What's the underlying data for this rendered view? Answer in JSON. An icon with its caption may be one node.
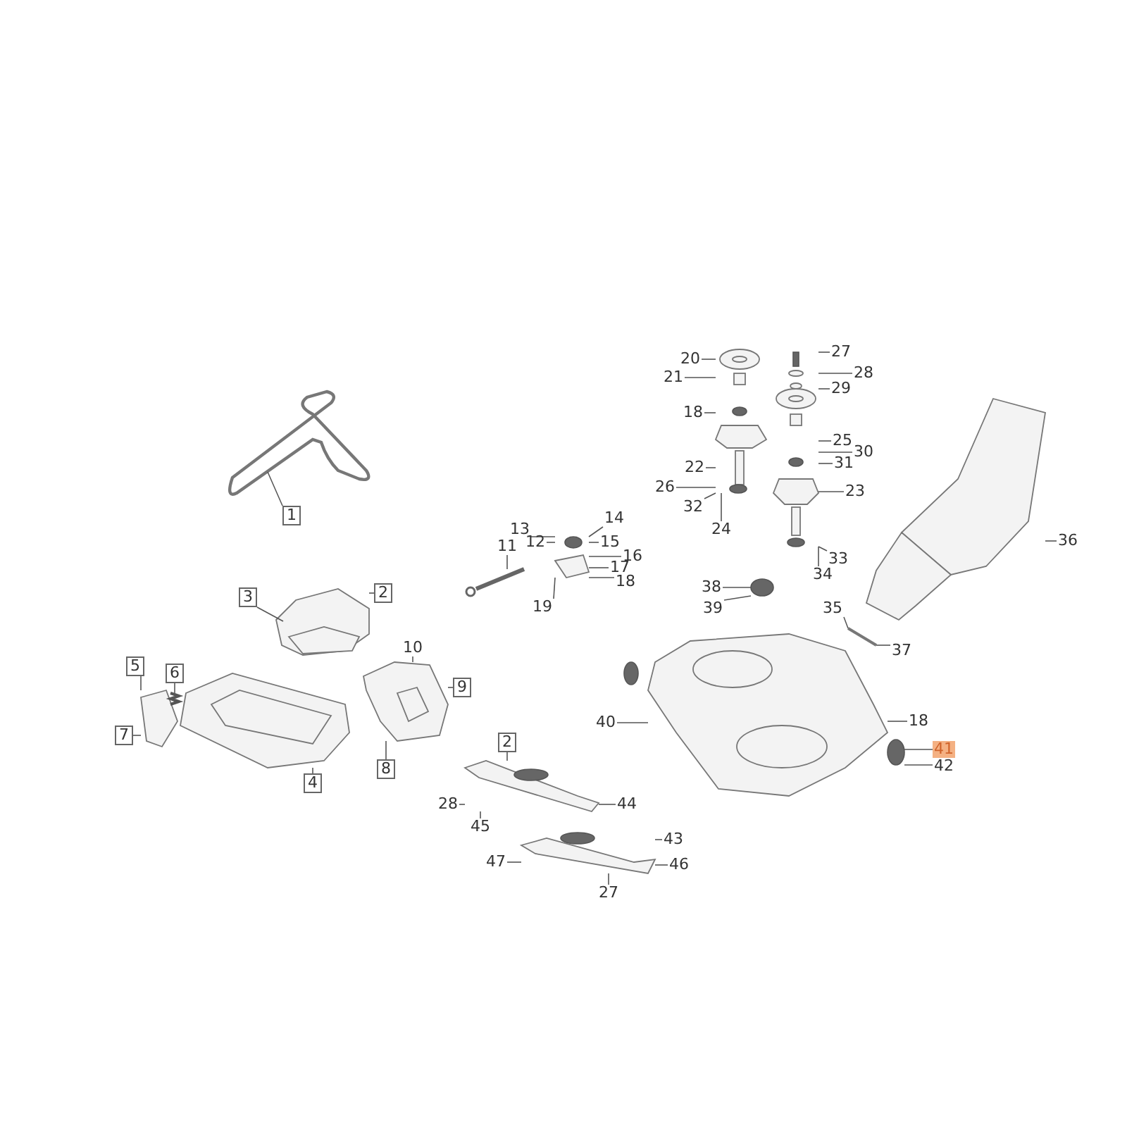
{
  "diagram": {
    "nodes": [
      {
        "text": [
          "27"
        ]
      },
      {
        "text": [
          "20"
        ]
      },
      {
        "text": [
          "28"
        ]
      },
      {
        "text": [
          "21"
        ]
      },
      {
        "text": [
          "29"
        ]
      },
      {
        "text": [
          "18"
        ]
      },
      {
        "text": [
          "25"
        ]
      },
      {
        "text": [
          "30"
        ]
      },
      {
        "text": [
          "31"
        ]
      },
      {
        "text": [
          "22"
        ]
      },
      {
        "text": [
          "26"
        ]
      },
      {
        "text": [
          "23"
        ]
      },
      {
        "text": [
          "32"
        ]
      },
      {
        "text": [
          "1"
        ]
      },
      {
        "text": [
          "14"
        ]
      },
      {
        "text": [
          "24"
        ]
      },
      {
        "text": [
          "13"
        ]
      },
      {
        "text": [
          "36"
        ]
      },
      {
        "text": [
          "12"
        ]
      },
      {
        "text": [
          "15"
        ]
      },
      {
        "text": [
          "11"
        ]
      },
      {
        "text": [
          "16"
        ]
      },
      {
        "text": [
          "33"
        ]
      },
      {
        "text": [
          "17"
        ]
      },
      {
        "text": [
          "34"
        ]
      },
      {
        "text": [
          "18"
        ]
      },
      {
        "text": [
          "38"
        ]
      },
      {
        "text": [
          "2"
        ]
      },
      {
        "text": [
          "3"
        ]
      },
      {
        "text": [
          "19"
        ]
      },
      {
        "text": [
          "39"
        ]
      },
      {
        "text": [
          "35"
        ]
      },
      {
        "text": [
          "37"
        ]
      },
      {
        "text": [
          "10"
        ]
      },
      {
        "text": [
          "5"
        ]
      },
      {
        "text": [
          "6"
        ]
      },
      {
        "text": [
          "9"
        ]
      },
      {
        "text": [
          "18"
        ]
      },
      {
        "text": [
          "40"
        ]
      },
      {
        "text": [
          "7"
        ]
      },
      {
        "text": [
          "2"
        ]
      },
      {
        "text": [
          "41"
        ]
      },
      {
        "text": [
          "4"
        ]
      },
      {
        "text": [
          "42"
        ]
      },
      {
        "text": [
          "8"
        ]
      },
      {
        "text": [
          "44"
        ]
      },
      {
        "text": [
          "28"
        ]
      },
      {
        "text": [
          "45"
        ]
      },
      {
        "text": [
          "43"
        ]
      },
      {
        "text": [
          "47"
        ]
      },
      {
        "text": [
          "46"
        ]
      },
      {
        "text": [
          "27"
        ]
      },
      {
        "text": [],
        "shape": "picture"
      },
      {
        "text": [],
        "shape": "picture"
      },
      {
        "text": [],
        "shape": "picture"
      },
      {
        "text": [],
        "shape": "picture"
      },
      {
        "text": [],
        "shape": "picture"
      },
      {
        "text": [],
        "shape": "picture"
      },
      {
        "text": [],
        "shape": "picture"
      },
      {
        "text": [],
        "shape": "picture"
      },
      {
        "text": [],
        "shape": "picture"
      },
      {
        "text": [],
        "shape": "picture"
      },
      {
        "text": [],
        "shape": "circle"
      },
      {
        "text": [],
        "shape": "picture"
      },
      {
        "text": [],
        "shape": "picture"
      },
      {
        "text": [],
        "shape": "picture"
      },
      {
        "text": [],
        "shape": "picture"
      },
      {
        "text": [],
        "shape": "picture"
      },
      {
        "text": [],
        "shape": "picture"
      }
    ],
    "edges": [
      {
        "from": 0,
        "to": 61,
        "arrow": "none"
      },
      {
        "from": 1,
        "to": 60,
        "arrow": "none"
      },
      {
        "from": 2,
        "to": 61,
        "arrow": "none"
      },
      {
        "from": 3,
        "to": 60,
        "arrow": "none"
      },
      {
        "from": 4,
        "to": 61,
        "arrow": "none"
      },
      {
        "from": 5,
        "to": 60,
        "arrow": "none"
      },
      {
        "from": 6,
        "to": 61,
        "arrow": "none"
      },
      {
        "from": 7,
        "to": 61,
        "arrow": "none"
      },
      {
        "from": 8,
        "to": 61,
        "arrow": "none"
      },
      {
        "from": 9,
        "to": 60,
        "arrow": "none"
      },
      {
        "from": 10,
        "to": 60,
        "arrow": "none"
      },
      {
        "from": 11,
        "to": 61,
        "arrow": "none"
      },
      {
        "from": 12,
        "to": 60,
        "arrow": "none"
      },
      {
        "from": 13,
        "to": 52,
        "arrow": "none"
      },
      {
        "from": 14,
        "to": 59,
        "arrow": "none"
      },
      {
        "from": 15,
        "to": 60,
        "arrow": "none"
      },
      {
        "from": 16,
        "to": 59,
        "arrow": "none"
      },
      {
        "from": 17,
        "to": 63,
        "arrow": "none"
      },
      {
        "from": 18,
        "to": 59,
        "arrow": "none"
      },
      {
        "from": 19,
        "to": 59,
        "arrow": "none"
      },
      {
        "from": 20,
        "to": 58,
        "arrow": "none"
      },
      {
        "from": 21,
        "to": 59,
        "arrow": "none"
      },
      {
        "from": 22,
        "to": 61,
        "arrow": "none"
      },
      {
        "from": 23,
        "to": 59,
        "arrow": "none"
      },
      {
        "from": 24,
        "to": 61,
        "arrow": "none"
      },
      {
        "from": 25,
        "to": 59,
        "arrow": "none"
      },
      {
        "from": 26,
        "to": 62,
        "arrow": "none"
      },
      {
        "from": 27,
        "to": 53,
        "arrow": "none"
      },
      {
        "from": 28,
        "to": 53,
        "arrow": "none"
      },
      {
        "from": 29,
        "to": 59,
        "arrow": "none"
      },
      {
        "from": 30,
        "to": 62,
        "arrow": "none"
      },
      {
        "from": 31,
        "to": 64,
        "arrow": "none"
      },
      {
        "from": 32,
        "to": 64,
        "arrow": "none"
      },
      {
        "from": 33,
        "to": 57,
        "arrow": "none"
      },
      {
        "from": 34,
        "to": 54,
        "arrow": "none"
      },
      {
        "from": 35,
        "to": 55,
        "arrow": "none"
      },
      {
        "from": 36,
        "to": 57,
        "arrow": "none"
      },
      {
        "from": 37,
        "to": 65,
        "arrow": "none"
      },
      {
        "from": 38,
        "to": 65,
        "arrow": "none"
      },
      {
        "from": 39,
        "to": 54,
        "arrow": "none"
      },
      {
        "from": 40,
        "to": 67,
        "arrow": "none"
      },
      {
        "from": 41,
        "to": 66,
        "arrow": "none"
      },
      {
        "from": 42,
        "to": 56,
        "arrow": "none"
      },
      {
        "from": 43,
        "to": 66,
        "arrow": "none"
      },
      {
        "from": 44,
        "to": 57,
        "arrow": "none"
      },
      {
        "from": 45,
        "to": 67,
        "arrow": "none"
      },
      {
        "from": 46,
        "to": 67,
        "arrow": "none"
      },
      {
        "from": 47,
        "to": 67,
        "arrow": "none"
      },
      {
        "from": 48,
        "to": 68,
        "arrow": "none"
      },
      {
        "from": 49,
        "to": 68,
        "arrow": "none"
      },
      {
        "from": 50,
        "to": 68,
        "arrow": "none"
      },
      {
        "from": 51,
        "to": 68,
        "arrow": "none"
      }
    ]
  }
}
